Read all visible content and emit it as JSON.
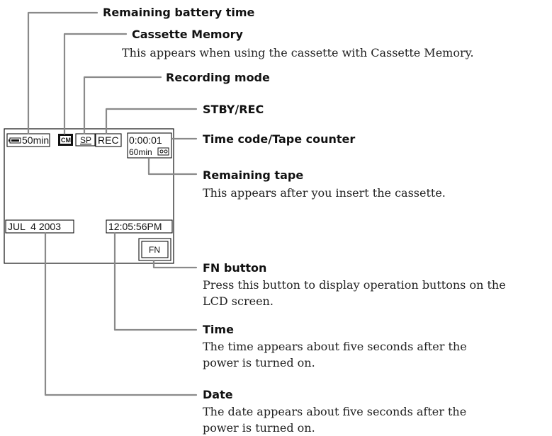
{
  "screen": {
    "battery_time": "50min",
    "cassette_memory_icon": "CM",
    "recording_mode": "SP",
    "stby_rec": "REC",
    "time_code": "0:00:01",
    "remaining_tape": "60min",
    "date": "JUL  4 2003",
    "time": "12:05:56PM",
    "fn_button": "FN"
  },
  "callouts": {
    "battery": {
      "title": "Remaining battery time"
    },
    "cassette_memory": {
      "title": "Cassette Memory",
      "desc": [
        "This appears when using the cassette with Cassette Memory."
      ]
    },
    "recording_mode": {
      "title": "Recording mode"
    },
    "stby_rec": {
      "title": "STBY/REC"
    },
    "time_code": {
      "title": "Time code/Tape counter"
    },
    "remaining_tape": {
      "title": "Remaining tape",
      "desc": [
        "This appears after you insert the cassette."
      ]
    },
    "fn_button": {
      "title": "FN button",
      "desc": [
        "Press this button to display operation buttons on the",
        "LCD screen."
      ]
    },
    "time": {
      "title": "Time",
      "desc": [
        "The time appears about five seconds after the",
        "power is turned on."
      ]
    },
    "date": {
      "title": "Date",
      "desc": [
        "The date appears about five seconds after the",
        "power is turned on."
      ]
    }
  }
}
